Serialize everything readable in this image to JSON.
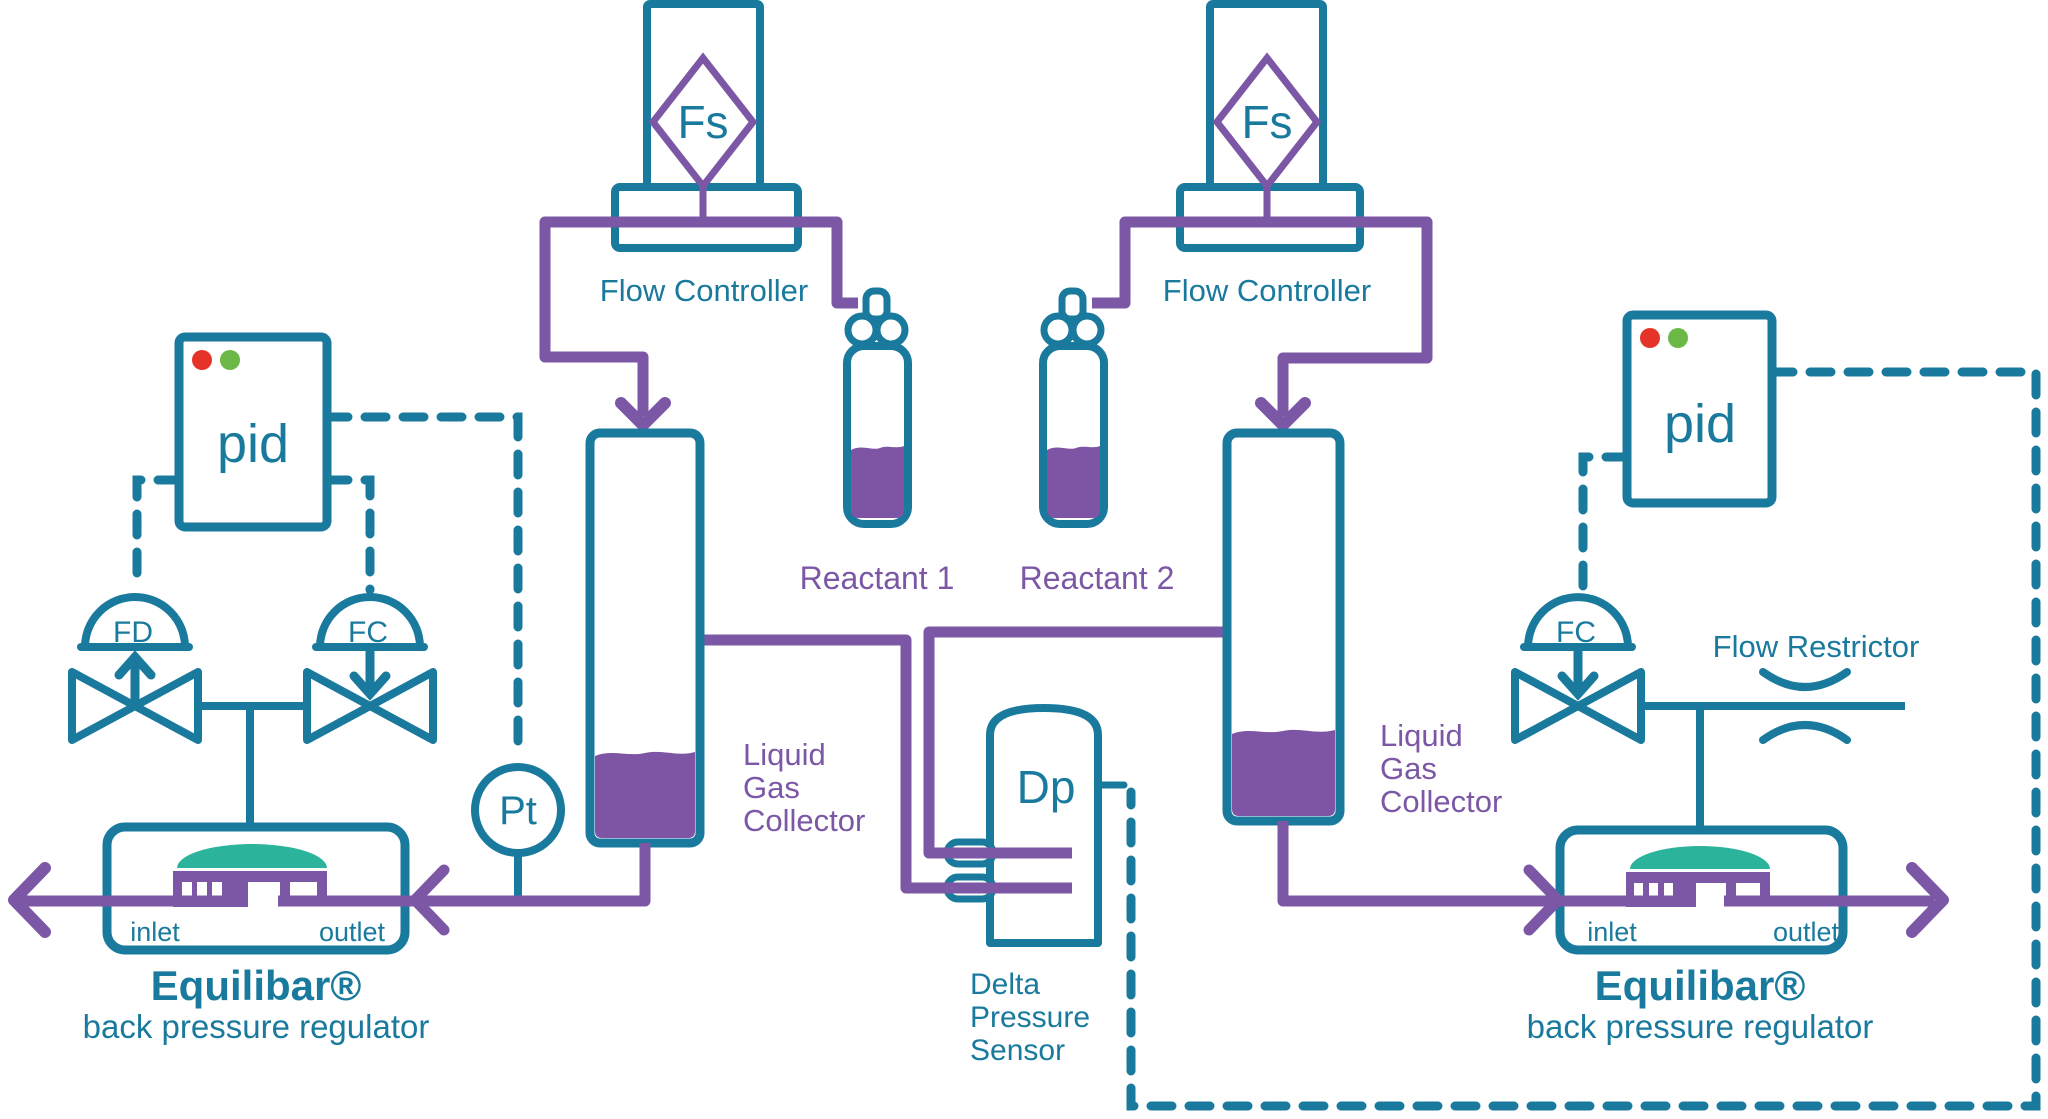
{
  "colors": {
    "teal": "#1A7A9D",
    "purple": "#7B57A5",
    "liquid": "#7D55A4",
    "green": "#2BB39B",
    "led_red": "#E5332A",
    "led_green": "#6CB847"
  },
  "flow_controllers": [
    {
      "tag": "Fs",
      "label": "Flow Controller"
    },
    {
      "tag": "Fs",
      "label": "Flow Controller"
    }
  ],
  "reactants": [
    {
      "label": "Reactant 1"
    },
    {
      "label": "Reactant 2"
    }
  ],
  "collectors": [
    {
      "lines": [
        "Liquid",
        "Gas",
        "Collector"
      ]
    },
    {
      "lines": [
        "Liquid",
        "Gas",
        "Collector"
      ]
    }
  ],
  "dp_sensor": {
    "tag": "Dp",
    "label_lines": [
      "Delta",
      "Pressure",
      "Sensor"
    ]
  },
  "pids": [
    {
      "label": "pid"
    },
    {
      "label": "pid"
    }
  ],
  "actuators": {
    "fd_left": "FD",
    "fc_left": "FC",
    "fc_right": "FC"
  },
  "pressure_transmitter": {
    "tag": "Pt"
  },
  "flow_restrictor": {
    "label": "Flow Restrictor"
  },
  "regulators": [
    {
      "inlet": "inlet",
      "outlet": "outlet",
      "name": "Equilibar®",
      "subtitle": "back pressure regulator"
    },
    {
      "inlet": "inlet",
      "outlet": "outlet",
      "name": "Equilibar®",
      "subtitle": "back pressure regulator"
    }
  ]
}
